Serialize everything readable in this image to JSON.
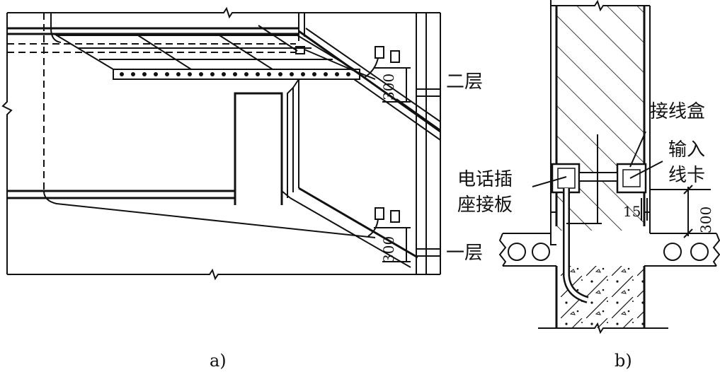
{
  "figure_a": {
    "caption": "a)",
    "label_floor_2": "二层",
    "label_floor_1": "一层",
    "dim_upper": "300",
    "dim_lower": "300"
  },
  "figure_b": {
    "caption": "b)",
    "label_junction_box": "接线盒",
    "label_input_clip_line1": "输入",
    "label_input_clip_line2": "线卡",
    "label_phone_socket_line1": "电话插",
    "label_phone_socket_line2": "座接板",
    "dim_height": "300",
    "dim_offset": "15"
  }
}
